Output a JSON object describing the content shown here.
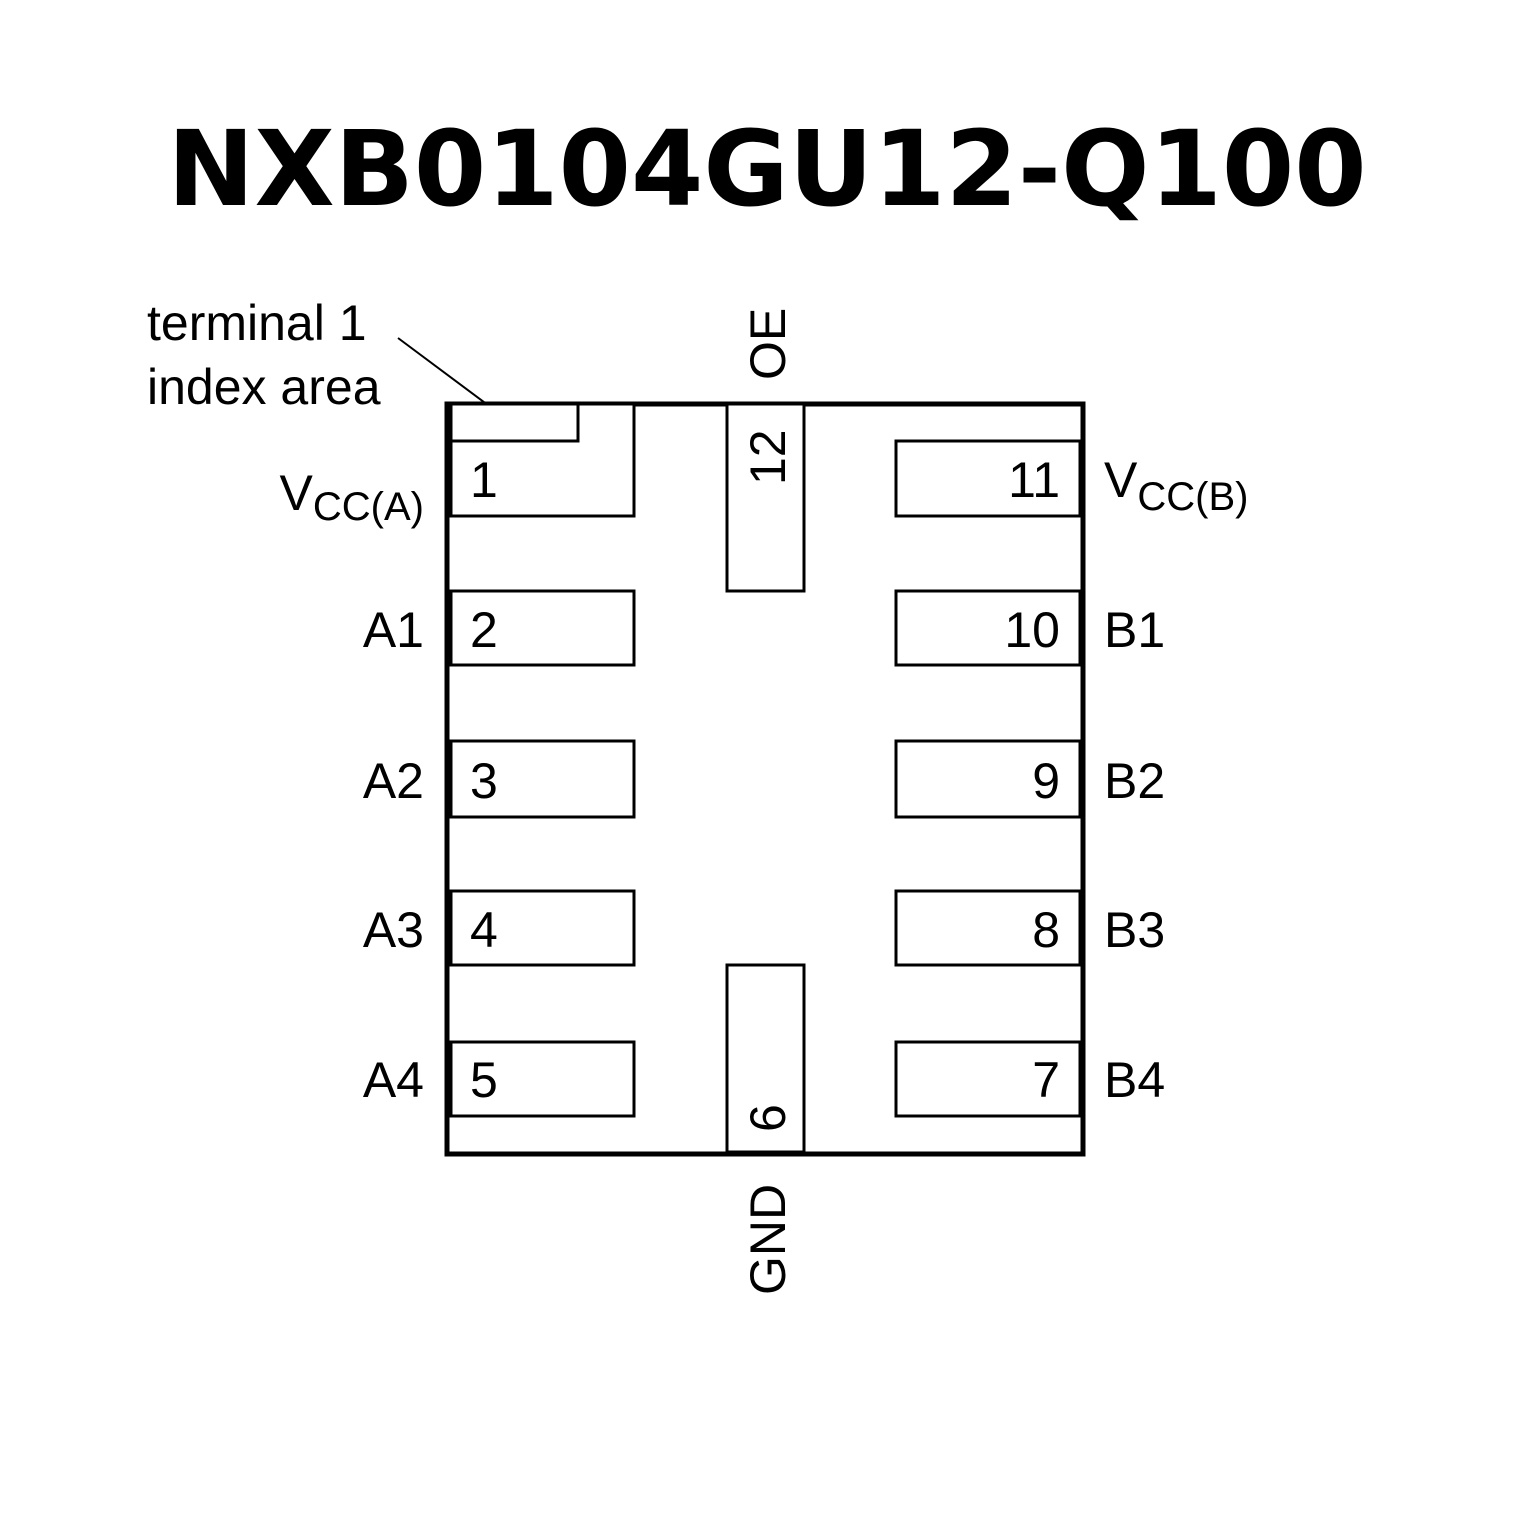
{
  "title": "NXB0104GU12-Q100",
  "index_label": {
    "line1": "terminal 1",
    "line2": "index area"
  },
  "pins": {
    "p1": {
      "number": "1",
      "name_main": "V",
      "name_sub": "CC(A)"
    },
    "p2": {
      "number": "2",
      "name": "A1"
    },
    "p3": {
      "number": "3",
      "name": "A2"
    },
    "p4": {
      "number": "4",
      "name": "A3"
    },
    "p5": {
      "number": "5",
      "name": "A4"
    },
    "p6": {
      "number": "6",
      "name": "GND"
    },
    "p7": {
      "number": "7",
      "name": "B4"
    },
    "p8": {
      "number": "8",
      "name": "B3"
    },
    "p9": {
      "number": "9",
      "name": "B2"
    },
    "p10": {
      "number": "10",
      "name": "B1"
    },
    "p11": {
      "number": "11",
      "name_main": "V",
      "name_sub": "CC(B)"
    },
    "p12": {
      "number": "12",
      "name": "OE"
    }
  }
}
